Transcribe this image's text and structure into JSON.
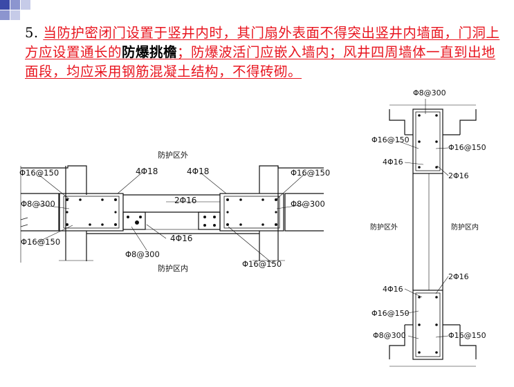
{
  "paragraph": {
    "number": "5.",
    "part1": "当防护密闭门设置于竖井内时，其门扇外表面不得突出竖井内墙面，门洞上方应设置通长的",
    "bold_term": "防爆挑檐",
    "part2": "；防爆波活门应嵌入墙内；风井四周墙体一直到出地面段，均应采用钢筋混凝土结构，不得砖砌。"
  },
  "plan_drawing": {
    "outside_label": "防护区外",
    "inside_label": "防护区内",
    "top_left_rebar": "4Φ18",
    "top_right_rebar": "4Φ18",
    "left_stirrup_top": "Φ16@150",
    "left_tie": "Φ8@300",
    "left_stirrup_bottom": "Φ16@150",
    "right_stirrup_top": "Φ16@150",
    "right_tie": "Φ8@300",
    "mid_rebar": "2Φ16",
    "bottom_rebar": "4Φ16",
    "bottom_tie": "Φ8@300",
    "bottom_right_stirrup": "Φ16@150"
  },
  "section_drawing": {
    "top_tie": "Φ8@300",
    "left_stirrup_top": "Φ16@150",
    "right_stirrup_top": "Φ16@150",
    "left_rebar_top": "4Φ16",
    "right_rebar_top": "2Φ16",
    "outside_label": "防护区外",
    "inside_label": "防护区内",
    "left_rebar_bottom": "4Φ16",
    "right_rebar_bottom": "2Φ16",
    "left_stirrup_bottom": "Φ16@150",
    "bottom_tie": "Φ8@300",
    "right_stirrup_bottom": "Φ16@150"
  }
}
